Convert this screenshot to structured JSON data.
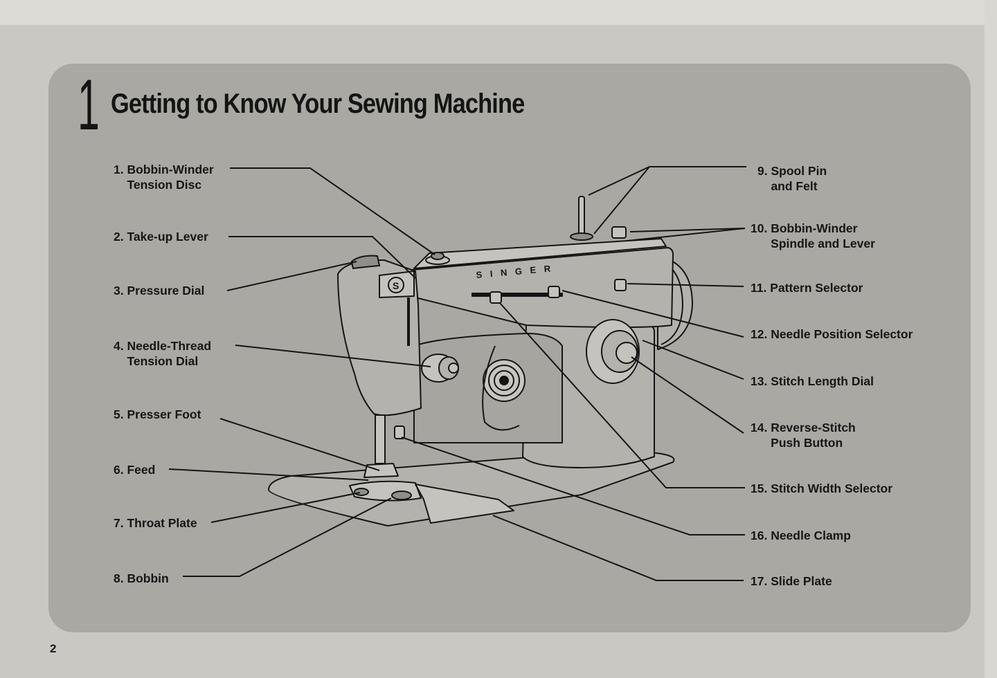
{
  "chapter_number": "1",
  "title": "Getting to Know Your Sewing Machine",
  "page_number": "2",
  "brand_text": "S I N G E R",
  "left_labels": [
    "1. Bobbin-Winder\n    Tension Disc",
    "2. Take-up Lever",
    "3. Pressure Dial",
    "4. Needle-Thread\n    Tension Dial",
    "5. Presser Foot",
    "6. Feed",
    "7. Throat Plate",
    "8. Bobbin"
  ],
  "right_labels": [
    "9. Spool Pin\n    and Felt",
    "10. Bobbin-Winder\n      Spindle and Lever",
    "11. Pattern Selector",
    "12. Needle Position Selector",
    "13. Stitch Length Dial",
    "14. Reverse-Stitch\n      Push Button",
    "15. Stitch Width Selector",
    "16. Needle Clamp",
    "17. Slide Plate"
  ],
  "colors": {
    "background": "#c9c8c2",
    "panel": "#a9a8a2",
    "ink": "#161616"
  }
}
